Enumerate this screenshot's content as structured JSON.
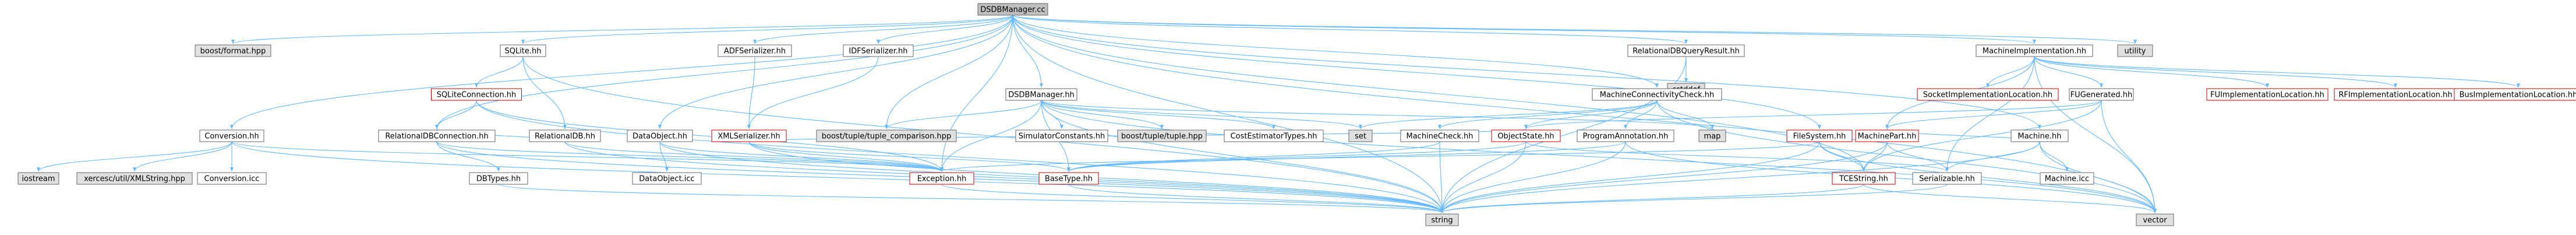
{
  "diagram": {
    "type": "include-dependency-graph",
    "root": "DSDBManager.cc",
    "colors": {
      "edge": "#63b8ff",
      "node_border": "#666666",
      "node_border_linked": "#cc0000",
      "root_fill": "#bfbfbf",
      "node_fill": "#ffffff",
      "external_fill": "#e0e0e0"
    },
    "nodes": {
      "root": "DSDBManager.cc",
      "boost_format": "boost/format.hpp",
      "sqlite_hh": "SQLite.hh",
      "adf_ser": "ADFSerializer.hh",
      "idf_ser": "IDFSerializer.hh",
      "rel_db_query": "RelationalDBQueryResult.hh",
      "mach_impl": "MachineImplementation.hh",
      "utility": "utility",
      "cstddef": "cstddef",
      "sqlite_conn": "SQLiteConnection.hh",
      "dsdb_mgr_hh": "DSDBManager.hh",
      "mach_conn_check": "MachineConnectivityCheck.hh",
      "socket_impl": "SocketImplementationLocation.hh",
      "fu_impl": "FUImplementationLocation.hh",
      "rf_impl": "RFImplementationLocation.hh",
      "bus_impl": "BusImplementationLocation.hh",
      "fu_gen": "FUGenerated.hh",
      "conversion_hh": "Conversion.hh",
      "rel_db_conn": "RelationalDBConnection.hh",
      "rel_db": "RelationalDB.hh",
      "data_object_hh": "DataObject.hh",
      "xml_ser": "XMLSerializer.hh",
      "boost_tuple_cmp": "boost/tuple/tuple_comparison.hpp",
      "sim_constants": "SimulatorConstants.hh",
      "boost_tuple": "boost/tuple/tuple.hpp",
      "cost_est_types": "CostEstimatorTypes.hh",
      "set": "set",
      "mach_check": "MachineCheck.hh",
      "object_state": "ObjectState.hh",
      "program_annotation": "ProgramAnnotation.hh",
      "map": "map",
      "file_system": "FileSystem.hh",
      "machine_part": "MachinePart.hh",
      "machine_hh": "Machine.hh",
      "iostream": "iostream",
      "xerces": "xercesc/util/XMLString.hpp",
      "conversion_icc": "Conversion.icc",
      "db_types": "DBTypes.hh",
      "data_object_icc": "DataObject.icc",
      "exception": "Exception.hh",
      "base_type": "BaseType.hh",
      "tce_string": "TCEString.hh",
      "serializable": "Serializable.hh",
      "machine_icc": "Machine.icc",
      "string": "string",
      "vector": "vector"
    }
  }
}
